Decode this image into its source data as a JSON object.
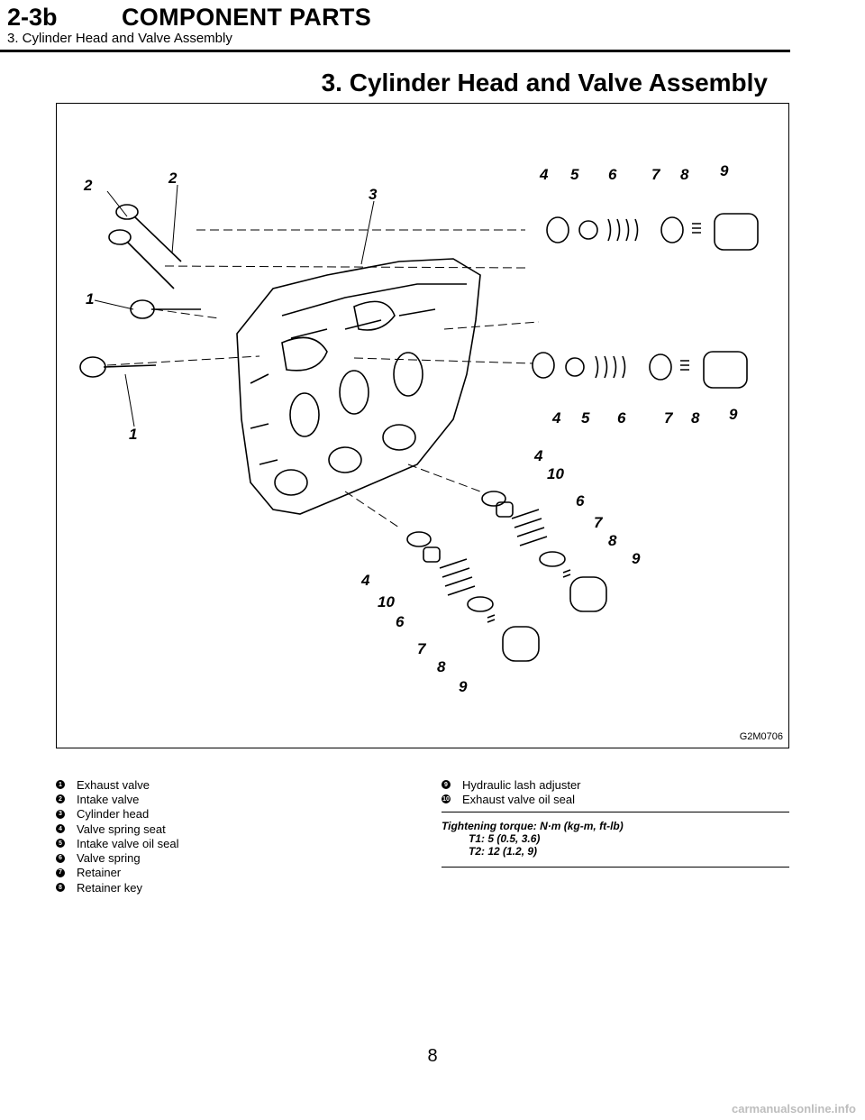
{
  "header": {
    "section_number": "2-3b",
    "section_title": "COMPONENT PARTS",
    "subtitle": "3. Cylinder Head and Valve Assembly"
  },
  "page_title": "3. Cylinder Head and Valve Assembly",
  "figure": {
    "code": "G2M0706",
    "callouts": [
      "1",
      "2",
      "3",
      "4",
      "5",
      "6",
      "7",
      "8",
      "9",
      "10"
    ]
  },
  "legend_left": [
    {
      "num": "1",
      "label": "Exhaust valve"
    },
    {
      "num": "2",
      "label": "Intake valve"
    },
    {
      "num": "3",
      "label": "Cylinder head"
    },
    {
      "num": "4",
      "label": "Valve spring seat"
    },
    {
      "num": "5",
      "label": "Intake valve oil seal"
    },
    {
      "num": "6",
      "label": "Valve spring"
    },
    {
      "num": "7",
      "label": "Retainer"
    },
    {
      "num": "8",
      "label": "Retainer key"
    }
  ],
  "legend_right": [
    {
      "num": "9",
      "label": "Hydraulic lash adjuster"
    },
    {
      "num": "10",
      "label": "Exhaust valve oil seal"
    }
  ],
  "torque": {
    "heading": "Tightening torque: N·m (kg-m, ft-lb)",
    "t1": "T1: 5 (0.5, 3.6)",
    "t2": "T2: 12 (1.2, 9)"
  },
  "page_number": "8",
  "watermark": "carmanualsonline.info"
}
